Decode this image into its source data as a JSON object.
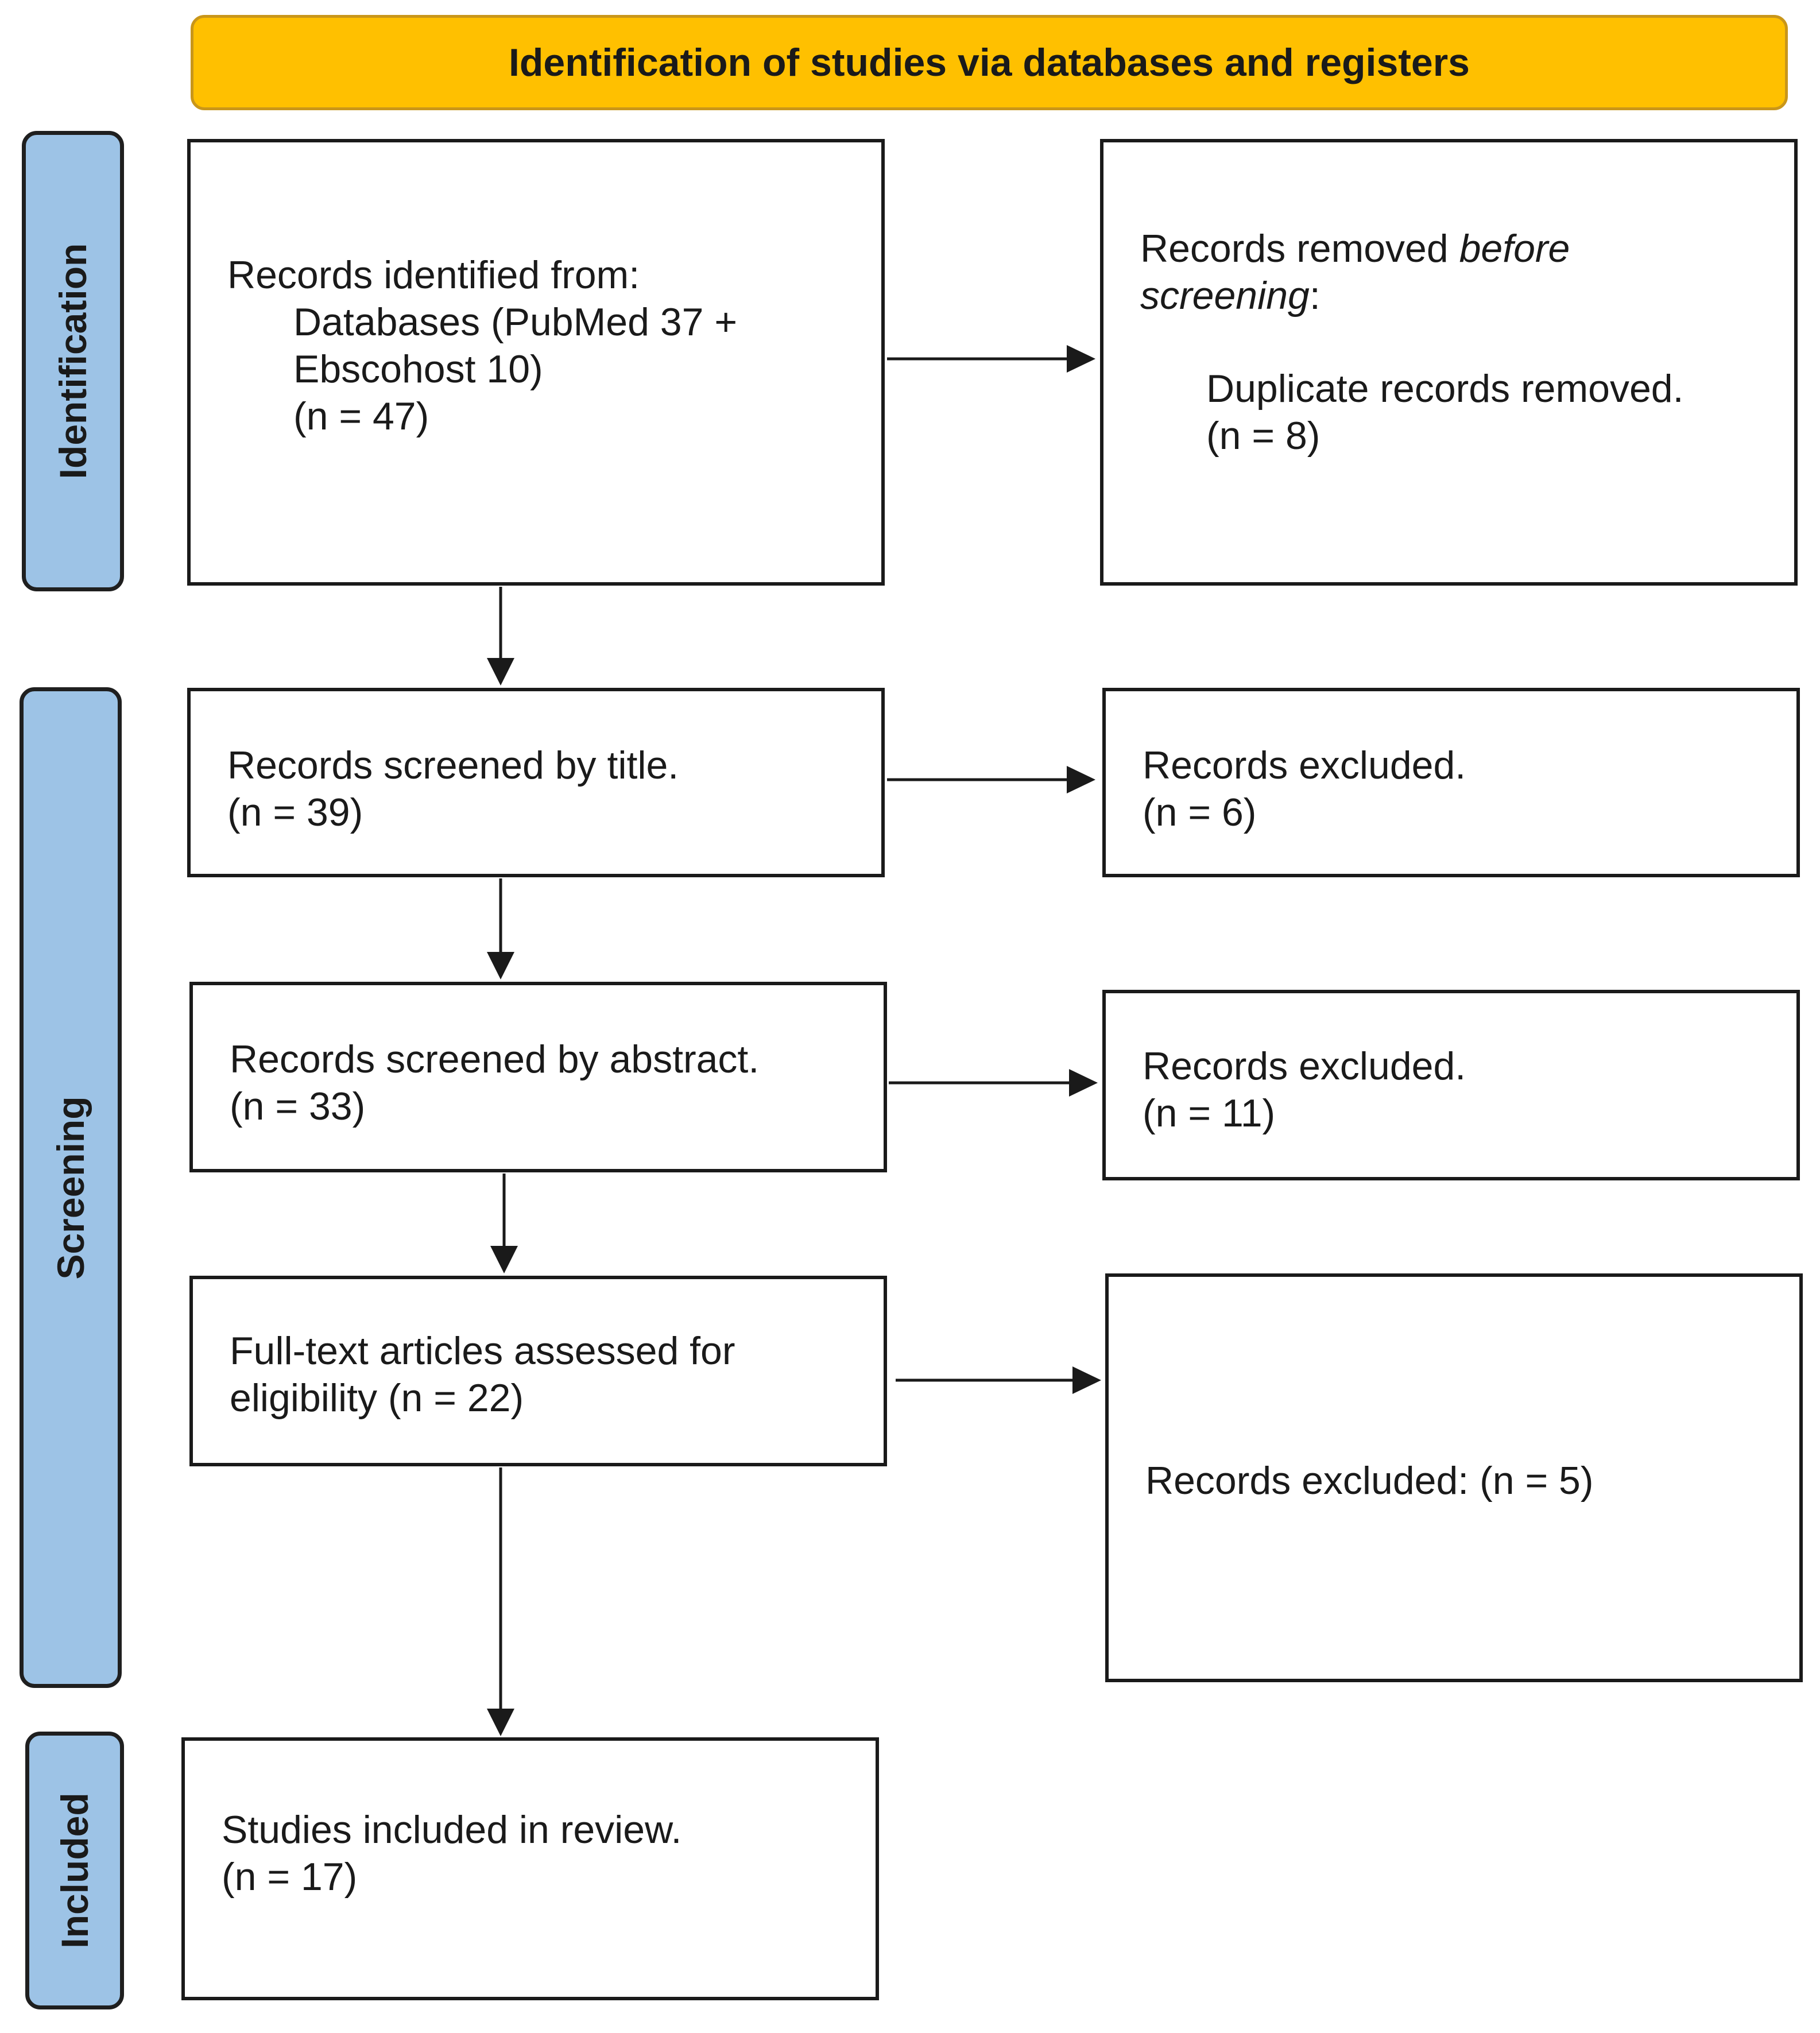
{
  "header": {
    "title": "Identification of studies via databases and registers"
  },
  "phases": {
    "identification": "Identification",
    "screening": "Screening",
    "included": "Included"
  },
  "boxes": {
    "records_identified": {
      "line1": "Records identified from:",
      "line2": "Databases (PubMed 37 +",
      "line3": "Ebscohost 10)",
      "line4": "(n = 47)"
    },
    "records_removed": {
      "line1_a": "Records removed ",
      "line1_b": "before",
      "line2_a": "screening",
      "line2_b": ":",
      "line3": "Duplicate records removed.",
      "line4": "(n = 8)"
    },
    "screened_title": {
      "line1": "Records screened by title.",
      "line2": "(n = 39)"
    },
    "excluded_title": {
      "line1": "Records excluded.",
      "line2": "(n = 6)"
    },
    "screened_abstract": {
      "line1": "Records screened by abstract.",
      "line2": "(n = 33)"
    },
    "excluded_abstract": {
      "line1": "Records excluded.",
      "line2": "(n = 11)"
    },
    "full_text": {
      "line1": "Full-text articles assessed for",
      "line2": "eligibility (n = 22)"
    },
    "excluded_full_text": {
      "line1": "Records excluded: (n = 5)"
    },
    "included_studies": {
      "line1": "Studies included in review.",
      "line2": "(n = 17)"
    }
  }
}
